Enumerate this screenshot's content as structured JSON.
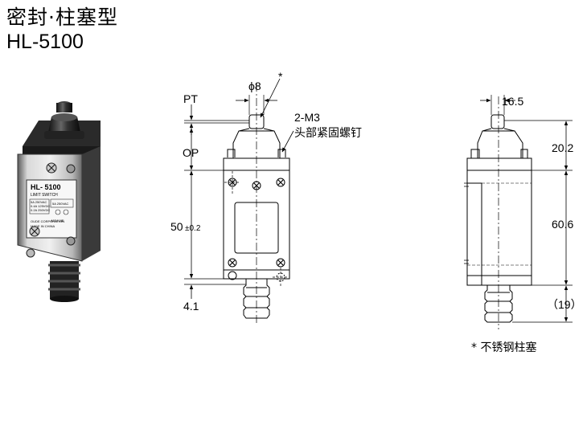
{
  "title": {
    "chinese": "密封·柱塞型",
    "model": "HL-5100"
  },
  "photo": {
    "label_model": "HL- 5100",
    "label_sub": "LIMIT SWITCH",
    "label_rating_1": "5A 250VAC",
    "label_rating_2": "0.4A 125VDC",
    "label_rating_3": "0.2A 250VDC",
    "label_cert": "5A 250VAC",
    "label_maker": "OUDE CORPORATION",
    "label_origin": "MADE IN CHINA",
    "label_code": "A03418E"
  },
  "front_view": {
    "pt": "PT",
    "op": "OP",
    "diameter": "ϕ8",
    "asterisk": "*",
    "screw": "2-M3",
    "screw_desc": "头部紧固螺钉",
    "height": "50",
    "tolerance": "±0.2",
    "bottom": "4.1"
  },
  "side_view": {
    "width": "16.5",
    "top_height": "20.2",
    "body_height": "60.6",
    "bottom_height": "（19）",
    "footnote": "* 不锈钢柱塞"
  }
}
